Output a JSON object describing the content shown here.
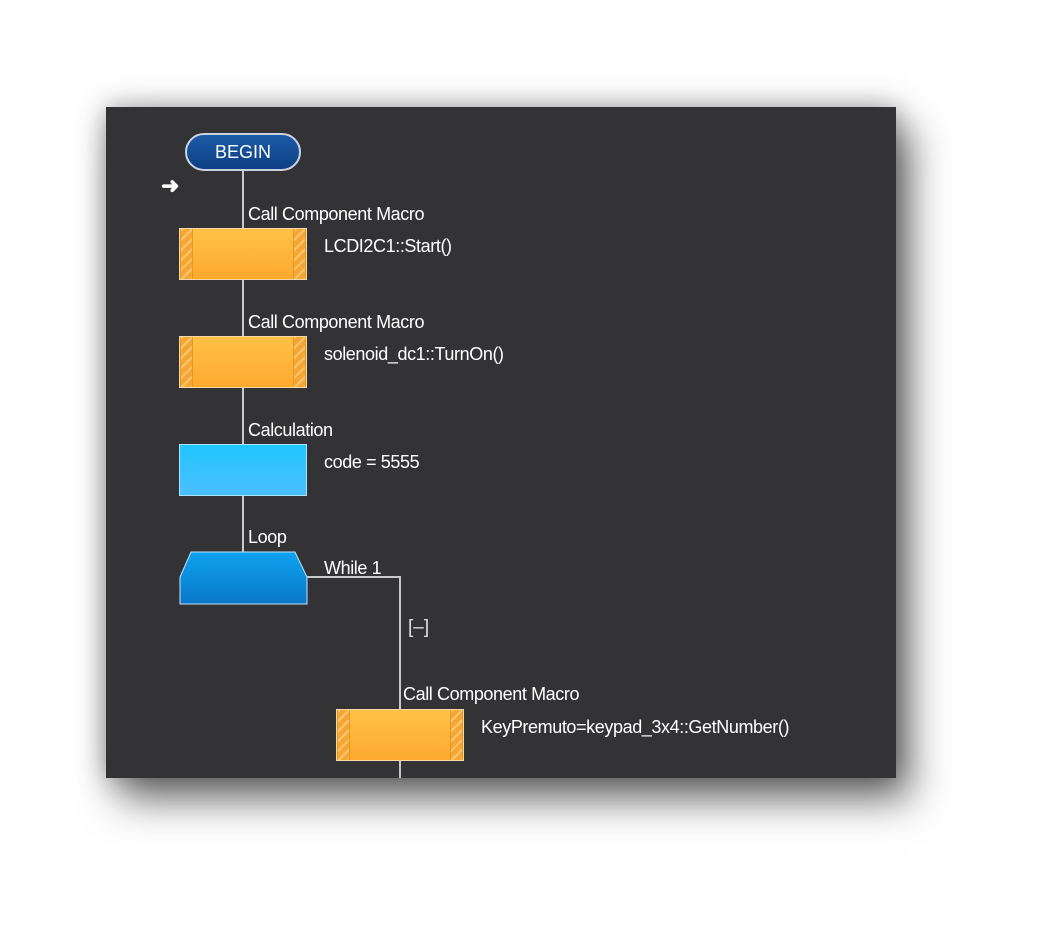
{
  "flowchart": {
    "begin_label": "BEGIN",
    "cursor_arrow": "arrow-right-icon",
    "steps": [
      {
        "type": "Call Component Macro",
        "content": "LCDI2C1::Start()"
      },
      {
        "type": "Call Component Macro",
        "content": "solenoid_dc1::TurnOn()"
      },
      {
        "type": "Calculation",
        "content": "code = 5555"
      },
      {
        "type": "Loop",
        "content": "While 1"
      }
    ],
    "loop_collapse": "[–]",
    "loop_body": [
      {
        "type": "Call Component Macro",
        "content": "KeyPremuto=keypad_3x4::GetNumber()"
      }
    ]
  },
  "colors": {
    "background": "#333335",
    "macro": "#fea92e",
    "calculation": "#20c6ff",
    "loop": "#0c8fd6",
    "begin": "#0d3f82",
    "connector": "#c9c9c9"
  }
}
